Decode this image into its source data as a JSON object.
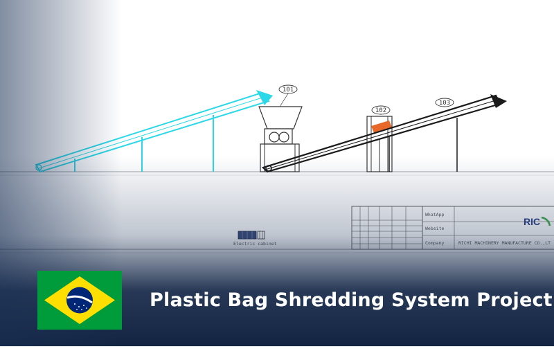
{
  "drawing": {
    "callouts": [
      "101",
      "102",
      "103"
    ],
    "legend_label": "Electric cabinet",
    "title_block": {
      "rows": [
        "WhatApp",
        "Website",
        "Company"
      ],
      "company_value": "RICHI MACHINERY MANUFACTURE CO.,LT",
      "logo_text": "RIC"
    }
  },
  "colors": {
    "conveyor_left": "#2bd8e8",
    "conveyor_right": "#1a1a1a",
    "shredder_highlight": "#e8682a",
    "overlay_dark": "#152848",
    "flag_green": "#009b3a",
    "flag_yellow": "#fedf00",
    "flag_blue": "#002776"
  },
  "banner": {
    "title": "Plastic Bag Shredding System Project",
    "flag": "Brazil"
  }
}
